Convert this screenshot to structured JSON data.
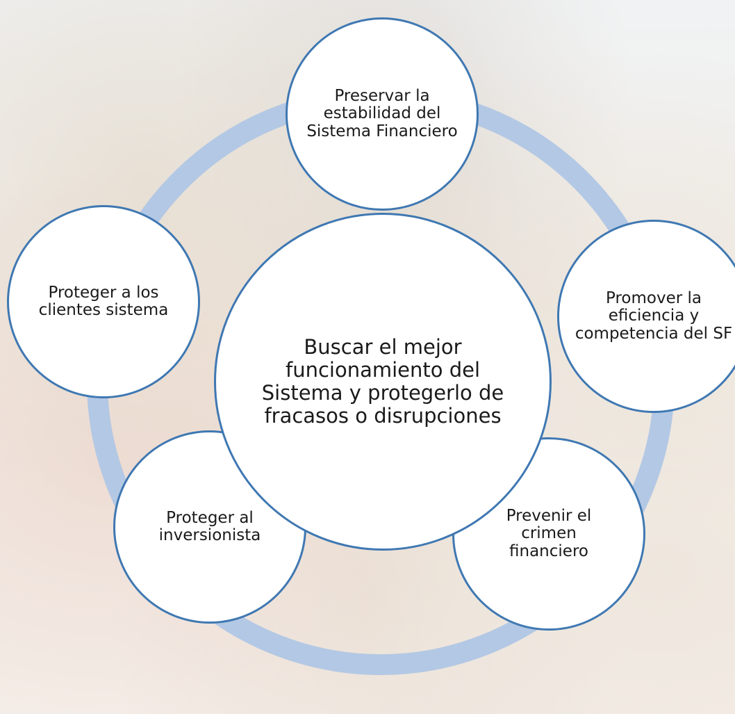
{
  "diagram": {
    "type": "cycle",
    "colors": {
      "ring": "#b3c8e4",
      "node_border": "#3f78b2",
      "node_fill": "#ffffff",
      "text": "#1a1a1a"
    },
    "center": {
      "text": "Buscar el mejor funcionamiento del Sistema y protegerlo de fracasos o disrupciones"
    },
    "nodes": [
      {
        "text": "Preservar la estabilidad del Sistema Financiero"
      },
      {
        "text": "Promover la eficiencia y competencia del SF"
      },
      {
        "text": "Prevenir el crimen financiero"
      },
      {
        "text": "Proteger al inversionista"
      },
      {
        "text": "Proteger a los clientes sistema"
      }
    ]
  }
}
